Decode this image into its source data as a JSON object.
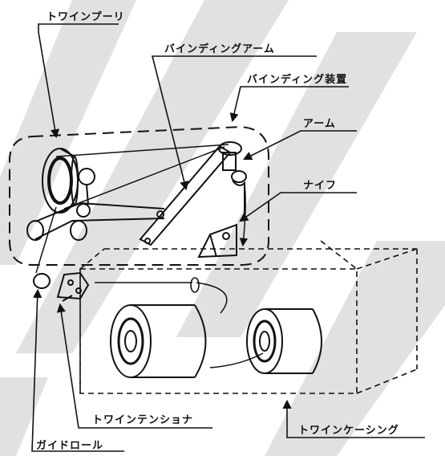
{
  "labels": {
    "twine_pulley": "トワインプーリ",
    "binding_arm": "バインディングアーム",
    "binding_device": "バインディング装置",
    "arm": "アーム",
    "knife": "ナイフ",
    "twine_tensioner": "トワインテンショナ",
    "twine_casing": "トワインケーシング",
    "guide_roll": "ガイドロール"
  },
  "colors": {
    "ink": "#111111",
    "watermark": "#d9d9d9",
    "paper": "#ffffff"
  }
}
